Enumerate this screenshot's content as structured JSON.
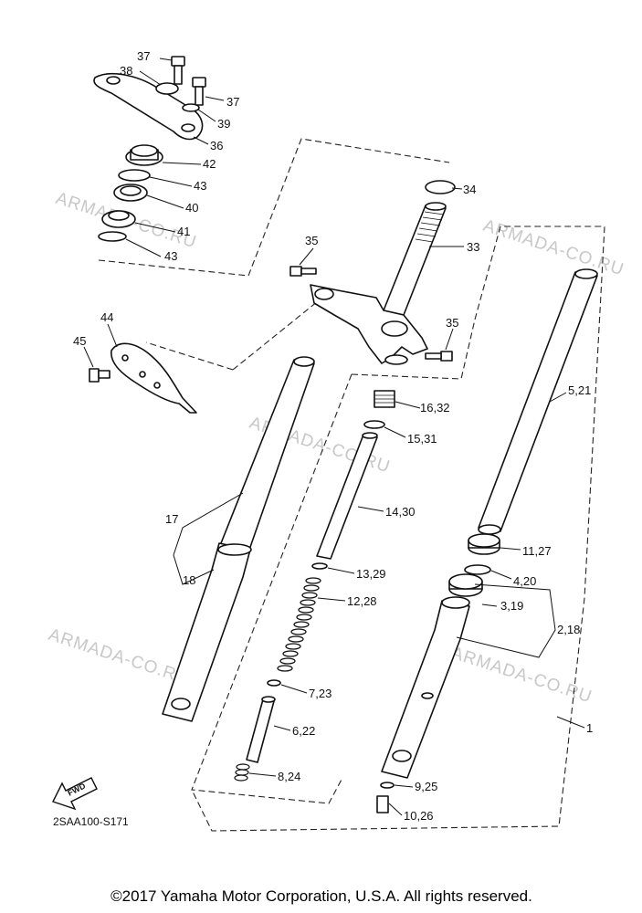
{
  "diagram_code": "2SAA100-S171",
  "copyright": "©2017 Yamaha Motor Corporation, U.S.A. All rights reserved.",
  "watermark": "ARMADA-CO.RU",
  "fwd_label": "FWD",
  "callouts": {
    "c37a": "37",
    "c38": "38",
    "c37b": "37",
    "c39": "39",
    "c36": "36",
    "c42": "42",
    "c43a": "43",
    "c40": "40",
    "c41": "41",
    "c43b": "43",
    "c34": "34",
    "c35a": "35",
    "c33": "33",
    "c35b": "35",
    "c44": "44",
    "c45": "45",
    "c16": "16,32",
    "c15": "15,31",
    "c14": "14,30",
    "c13": "13,29",
    "c12": "12,28",
    "c7": "7,23",
    "c6": "6,22",
    "c8": "8,24",
    "c9": "9,25",
    "c10": "10,26",
    "c17": "17",
    "c18": "18",
    "c5": "5,21",
    "c11": "11,27",
    "c4": "4,20",
    "c3": "3,19",
    "c2": "2,18",
    "c1": "1"
  }
}
